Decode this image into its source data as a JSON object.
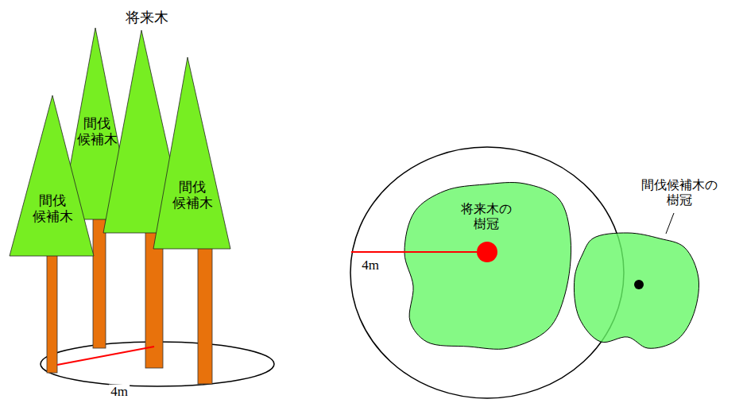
{
  "diagram": {
    "nodes": [
      {
        "text": [
          "将来木"
        ]
      },
      {
        "text": [
          "間伐 候補木"
        ]
      },
      {
        "text": [
          "間伐 候補木"
        ]
      },
      {
        "text": [
          "間伐 候補木"
        ]
      },
      {
        "text": [
          "将来木の 樹冠"
        ]
      },
      {
        "text": [
          "間伐候補木の 樹冠"
        ]
      }
    ],
    "labels": [
      "4m",
      "4m"
    ]
  }
}
